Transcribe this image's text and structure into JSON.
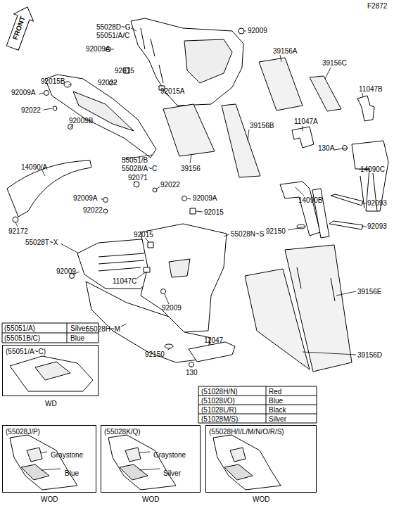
{
  "diagram": {
    "nodes": [
      {
        "text": [
          "(55051/A~C)",
          "WD"
        ]
      },
      {
        "text": [
          "(55028J/P)",
          "Graystone",
          "Blue",
          "WOD"
        ]
      },
      {
        "text": [
          "(55028K/Q)",
          "Graystone",
          "Silver",
          "WOD"
        ]
      },
      {
        "text": [
          "(55028H/I/L/M/N/O/R/S)",
          "WOD"
        ]
      }
    ],
    "edges": [],
    "labels": [
      "F2872",
      "FRONT",
      "55028D~G",
      "55051/A/C",
      "92009",
      "92009A",
      "92015",
      "92022",
      "92015A",
      "39156A",
      "39156C",
      "11047B",
      "92015B",
      "92009A",
      "92022",
      "92009B",
      "55051/B",
      "55028/A~C",
      "39156",
      "39156B",
      "11047A",
      "130A",
      "14090C",
      "14090/A",
      "92071",
      "92022",
      "92009A",
      "92009A",
      "92022",
      "14090B",
      "92093",
      "92015",
      "92172",
      "92015",
      "55028T~X",
      "55028N~S",
      "92150",
      "92093",
      "92009",
      "11047C",
      "39156E",
      "92009",
      "55028H~M",
      "11047",
      "39156D",
      "92150",
      "130",
      "(55051/A)",
      "Silver",
      "(55051B/C)",
      "Blue",
      "(51028H/N)",
      "Red",
      "(51028I/O)",
      "Blue",
      "(51028L/R)",
      "Black",
      "(51028M/S)",
      "Silver"
    ]
  }
}
